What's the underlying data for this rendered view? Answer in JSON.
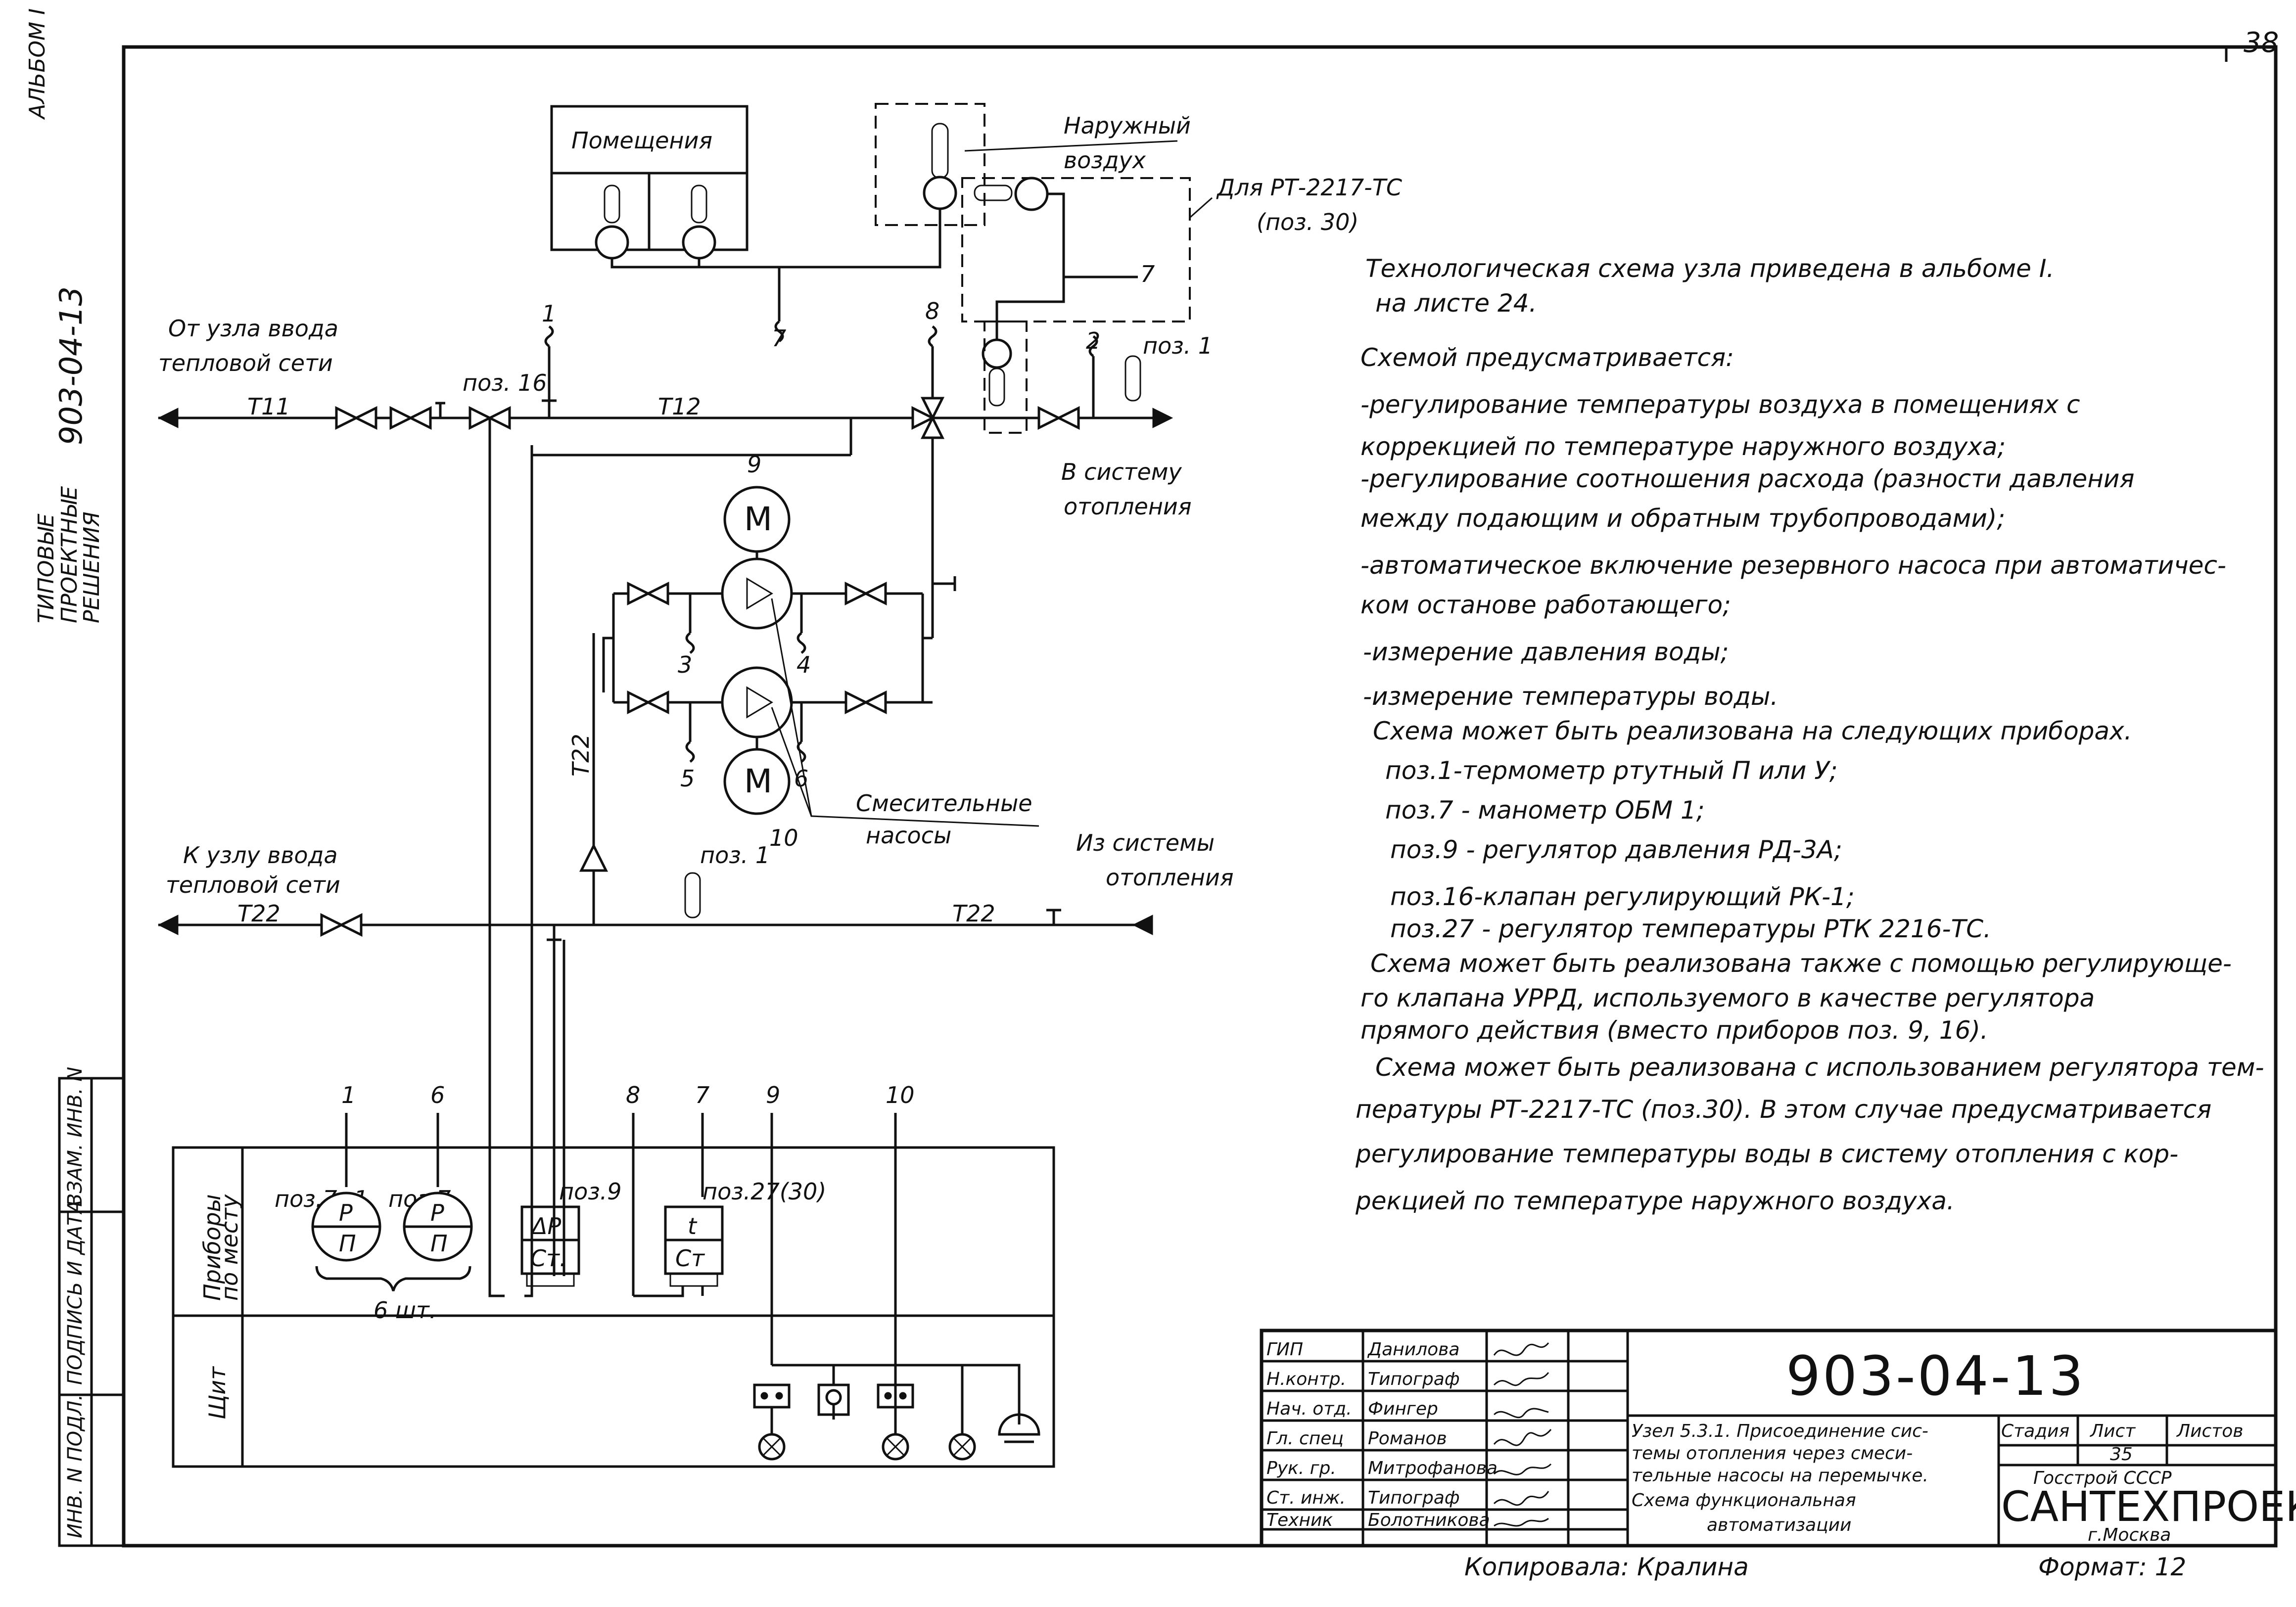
{
  "sheet": {
    "page_number": "38",
    "margin_album": "АЛЬБОМ I",
    "margin_code": "903-04-13",
    "margin_series": [
      "ТИПОВЫЕ",
      "ПРОЕКТНЫЕ",
      "РЕШЕНИЯ"
    ]
  },
  "side_stamp": [
    "ИНВ. N ПОДЛ.",
    "ПОДПИСЬ И ДАТА",
    "ВЗАМ. ИНВ. N"
  ],
  "diagram": {
    "rooms_label": "Помещения",
    "outdoor_air": [
      "Наружный",
      "воздух"
    ],
    "rt_label": [
      "Для РТ-2217-ТС",
      "(поз. 30)"
    ],
    "from_node": [
      "От узла ввода",
      "тепловой сети"
    ],
    "to_node": [
      "К узлу ввода",
      "тепловой сети"
    ],
    "to_system": [
      "В систему",
      "отопления"
    ],
    "from_system": [
      "Из системы",
      "отопления"
    ],
    "pipes": {
      "t11": "Т11",
      "t12": "Т12",
      "t22a": "Т22",
      "t22b": "Т22",
      "t22v": "Т22"
    },
    "valve_label": "поз. 16",
    "thermo_label": "поз. 1",
    "thermo_label2": "поз. 1",
    "motor": "М",
    "mixing_pumps": [
      "Смесительные",
      "насосы"
    ],
    "point_numbers": [
      "1",
      "2",
      "3",
      "4",
      "5",
      "6",
      "7",
      "7",
      "8",
      "9",
      "10"
    ],
    "panel": {
      "row_local": [
        "Приборы",
        "по месту"
      ],
      "row_board": "Щит",
      "pos7a": "поз.7",
      "pos7b": "поз.7",
      "pos9": "поз.9",
      "pos27": "поз.27(30)",
      "p": "Р",
      "n": "П",
      "dp": "ΔР",
      "cm": "Ст.",
      "t": "t",
      "cm2": "Ст",
      "count": "6 шт.",
      "col_numbers": [
        "1",
        "6",
        "8",
        "7",
        "9",
        "10"
      ],
      "top_nums": [
        "1",
        "1"
      ]
    }
  },
  "notes": {
    "lines": [
      "Технологическая схема узла приведена в альбоме I.",
      "на листе 24.",
      "Схемой предусматривается:",
      "-регулирование температуры воздуха в помещениях с",
      "коррекцией по температуре наружного воздуха;",
      "-регулирование соотношения расхода (разности давления",
      "между подающим и обратным трубопроводами);",
      "-автоматическое включение резервного насоса при автоматичес-",
      "ком останове работающего;",
      "-измерение давления воды;",
      "-измерение температуры воды.",
      "Схема может быть реализована на следующих приборах.",
      "поз.1-термометр ртутный П или У;",
      "поз.7 - манометр ОБМ 1;",
      "поз.9 - регулятор давления РД-3А;",
      "поз.16-клапан регулирующий РК-1;",
      "поз.27 - регулятор температуры РТК 2216-ТС.",
      "Схема может быть реализована также с помощью регулирующе-",
      "го клапана УРРД, используемого в качестве регулятора",
      "прямого действия (вместо приборов поз. 9, 16).",
      "Схема может быть реализована с использованием регулятора тем-",
      "пературы РТ-2217-ТС (поз.30). В этом случае предусматривается",
      "регулирование температуры воды в систему отопления с кор-",
      "рекцией по температуре наружного воздуха."
    ]
  },
  "title_block": {
    "roles": [
      "ГИП",
      "Н.контр.",
      "Нач. отд.",
      "Гл. спец",
      "Рук. гр.",
      "Ст. инж.",
      "Техник"
    ],
    "names": [
      "Даниловa",
      "Типограф",
      "Фингер",
      "Романов",
      "Митрофанова",
      "Типограф",
      "Болотникова"
    ],
    "designation": "903-04-13",
    "title_lines": [
      "Узел 5.3.1. Присоединение сис-",
      "темы отопления через смеси-",
      "тельные насосы на перемычке.",
      "Схема функциональная",
      "автоматизации"
    ],
    "stage_label": "Стадия",
    "sheet_label": "Лист",
    "sheets_label": "Листов",
    "sheet_value": "35",
    "org_top": "Госстрой СССР",
    "org_name": "САНТЕХПРОЕКТ",
    "org_city": "г.Москва"
  },
  "footer": {
    "copied": "Копировала: Кралина",
    "format": "Формат: 12"
  }
}
